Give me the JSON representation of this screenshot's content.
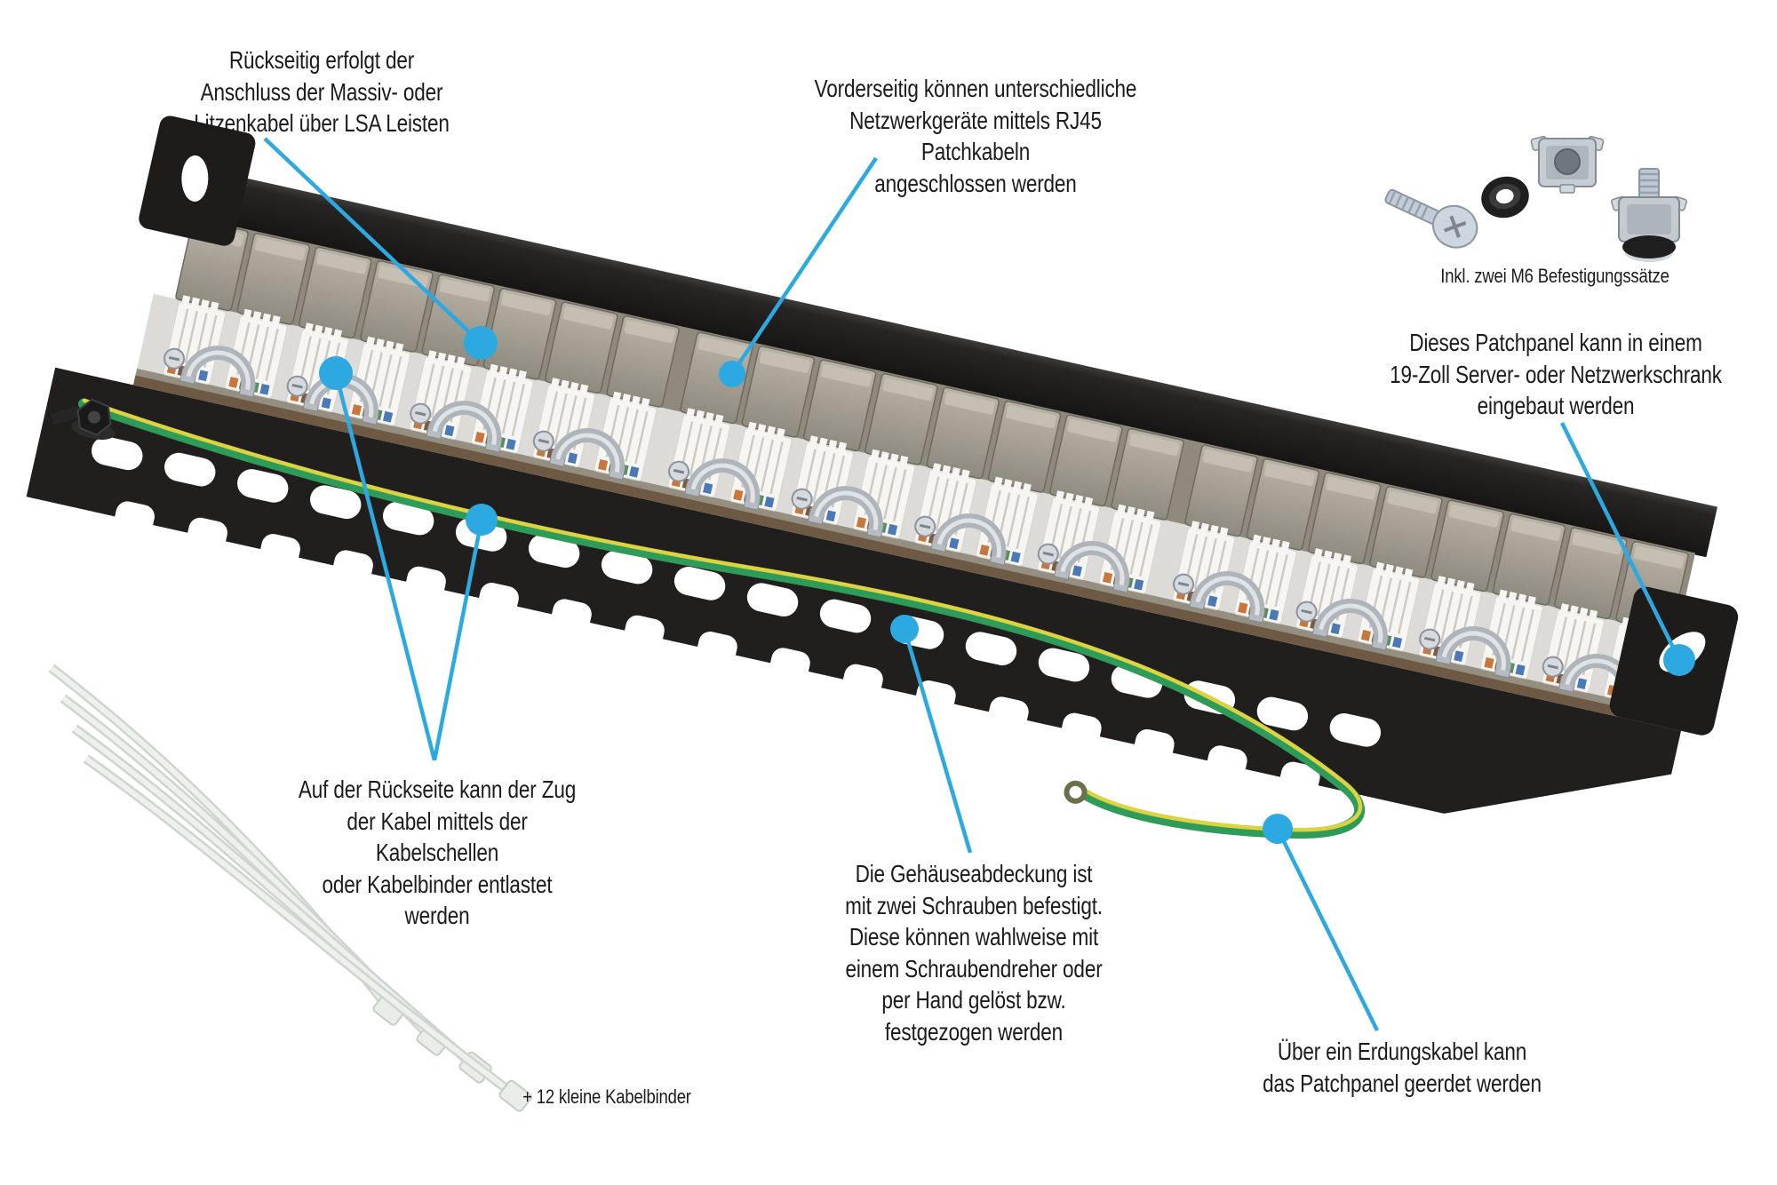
{
  "colors": {
    "accent_blue": "#2da9e2",
    "text": "#1b1b1b",
    "panel_black": "#1f1e1d",
    "jack_metal": "#a8a298",
    "lsa_white": "#f6f5f1",
    "clamp_silver": "#b9bfc5",
    "ground_wire_green": "#2f9b58",
    "ground_wire_yellow": "#ddd23f",
    "cable_tie": "#e9ece8"
  },
  "figures": {
    "patch_panel": "19-inch patch panel, rear view with LSA terminals",
    "hardware": [
      "m6-screw",
      "m6-washer",
      "m6-cage-nut",
      "m6-set-assembled"
    ],
    "cable_ties": "4 cable ties"
  },
  "annotations": {
    "rear_lsa": {
      "text": "Rückseitig erfolgt der\nAnschluss der Massiv- oder\nLitzenkabel über LSA Leisten"
    },
    "front_rj45": {
      "text": "Vorderseitig können unterschiedliche\nNetzwerkgeräte mittels RJ45 Patchkabeln\nangeschlossen werden"
    },
    "mounting_sets": {
      "text": "Inkl. zwei M6 Befestigungssätze"
    },
    "rack_mount": {
      "text": "Dieses Patchpanel kann in einem\n19-Zoll Server- oder Netzwerkschrank\neingebaut werden"
    },
    "strain_relief": {
      "text": "Auf der Rückseite kann der Zug\nder Kabel mittels der Kabelschellen\noder Kabelbinder entlastet werden"
    },
    "cover_screws": {
      "text": "Die Gehäuseabdeckung ist\nmit zwei Schrauben befestigt.\nDiese können wahlweise mit\neinem Schraubendreher oder\nper Hand gelöst bzw.\nfestgezogen werden"
    },
    "grounding": {
      "text": "Über ein Erdungskabel kann\ndas Patchpanel geerdet werden"
    },
    "cable_ties_label": {
      "text": "+ 12 kleine Kabelbinder"
    }
  }
}
